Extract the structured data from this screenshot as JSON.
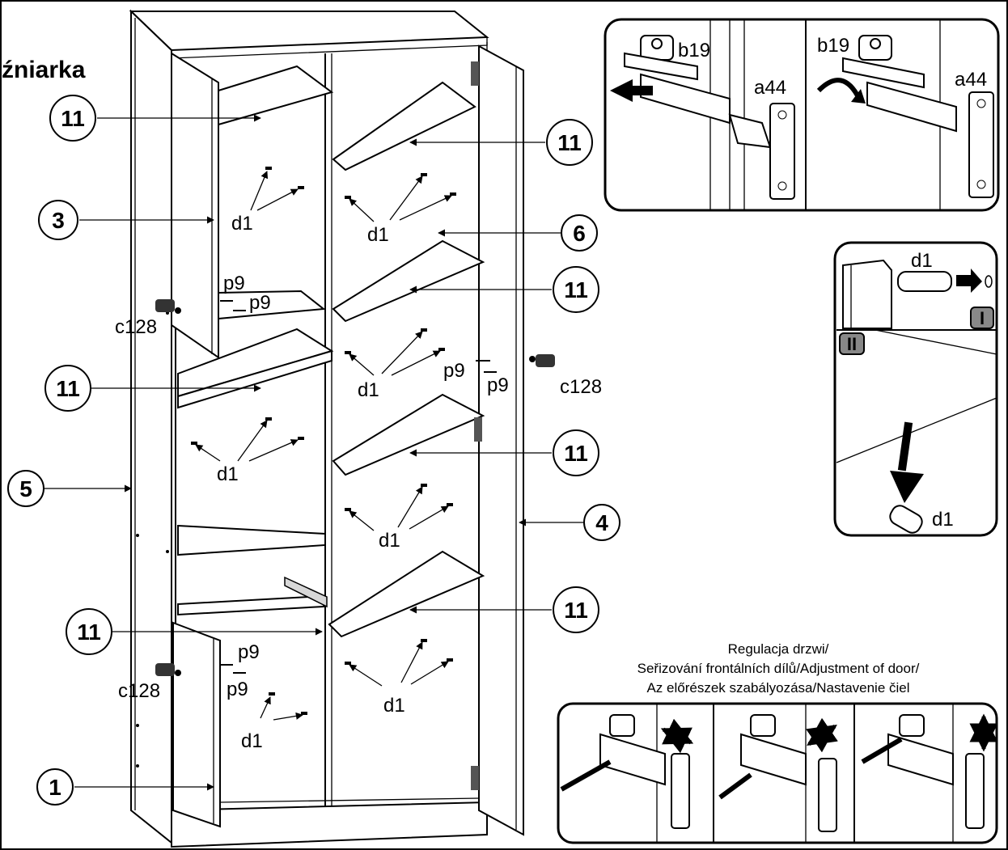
{
  "title_fragment": "źniarka",
  "callouts": {
    "c11a": "11",
    "c11b": "11",
    "c11c": "11",
    "c11d": "11",
    "c11e": "11",
    "c11f": "11",
    "c11g": "11",
    "c3": "3",
    "c6": "6",
    "c5": "5",
    "c4": "4",
    "c1": "1"
  },
  "labels": {
    "d1": "d1",
    "p9": "p9",
    "c128": "c128",
    "b19": "b19",
    "a44": "a44"
  },
  "insets": {
    "step_one": "I",
    "step_two": "II"
  },
  "adjustment_title": [
    "Regulacja drzwi/",
    "Seřizování frontálních dílů/Adjustment of door/",
    "Az előrészek szabályozása/Nastavenie čiel"
  ]
}
